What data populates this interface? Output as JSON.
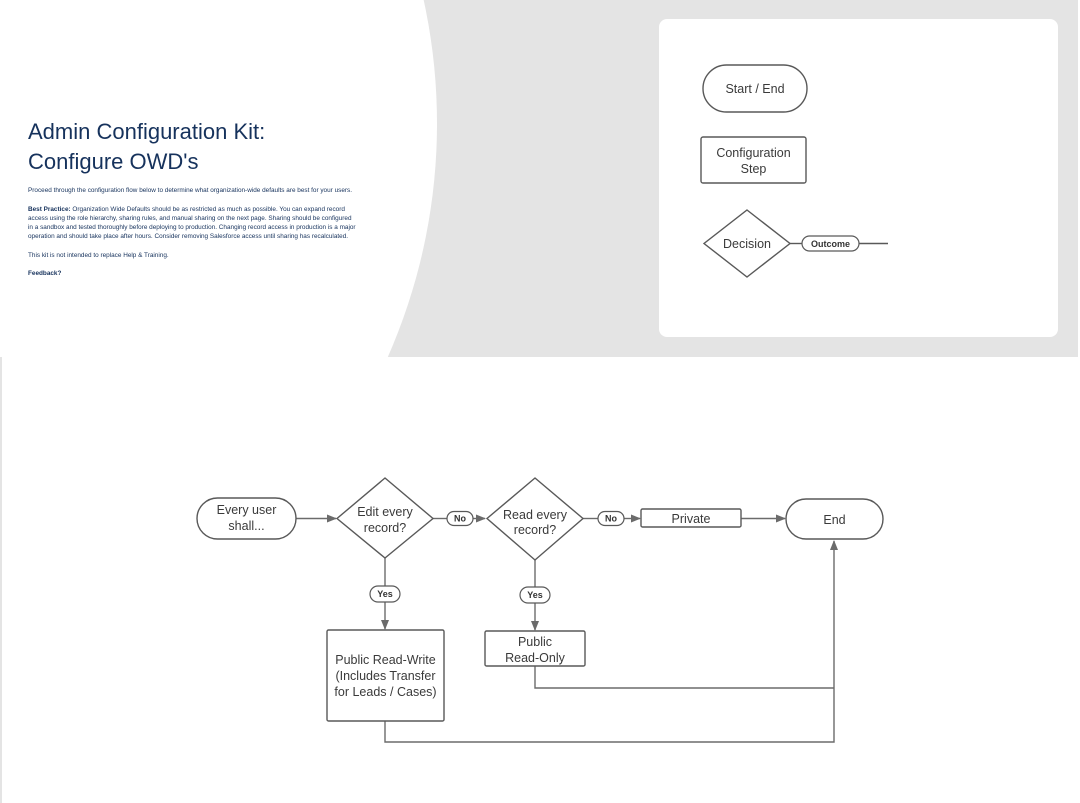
{
  "hero": {
    "title_line1": "Admin Configuration Kit:",
    "title_line2": "Configure OWD's",
    "intro": "Proceed through the configuration flow below to determine what organization-wide defaults are best for your users.",
    "best_practice_label": "Best Practice:",
    "best_practice_text": " Organization Wide Defaults should be as restricted as much as possible. You can expand record access using the role hierarchy, sharing rules, and manual sharing on the next page. Sharing should be configured in a sandbox  and tested thoroughly before deploying to production. Changing record access in production is a major operation and should take place after hours. Consider removing Salesforce access until sharing has recalculated.",
    "disclaimer": "This kit is not intended to replace Help & Training.",
    "feedback": "Feedback?"
  },
  "legend": {
    "start_end": "Start / End",
    "config_step_line1": "Configuration",
    "config_step_line2": "Step",
    "decision": "Decision",
    "outcome": "Outcome"
  },
  "flow": {
    "start_line1": "Every user",
    "start_line2": "shall...",
    "edit_line1": "Edit every",
    "edit_line2": "record?",
    "read_line1": "Read every",
    "read_line2": "record?",
    "no_1": "No",
    "no_2": "No",
    "yes_1": "Yes",
    "yes_2": "Yes",
    "private": "Private",
    "end": "End",
    "public_rw_line1": "Public Read-Write",
    "public_rw_line2": "(Includes Transfer",
    "public_rw_line3": "for Leads / Cases)",
    "public_ro_line1": "Public",
    "public_ro_line2": "Read-Only"
  },
  "colors": {
    "hero_bg": "#e4e4e4",
    "title_text": "#16325c",
    "shape_stroke": "#595959",
    "connector": "#6b6b6b"
  }
}
